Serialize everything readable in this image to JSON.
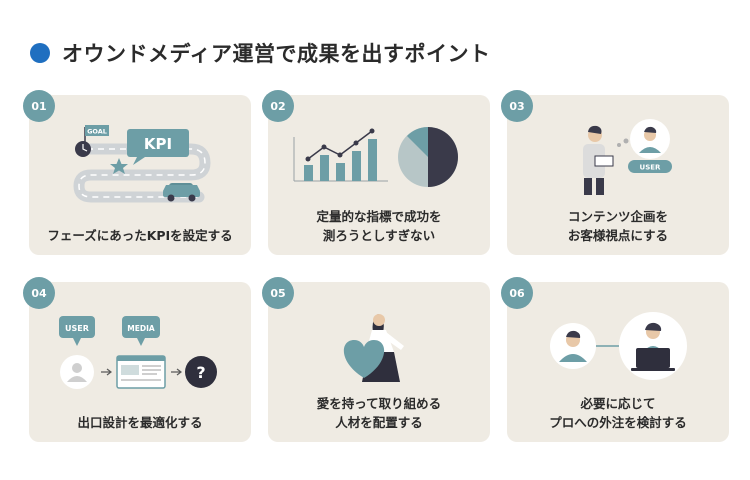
{
  "title": "オウンドメディア運営で成果を出すポイント",
  "colors": {
    "accent": "#1f6fc0",
    "teal": "#6d9ea6",
    "card": "#efebe3",
    "dark": "#3a3a4a"
  },
  "cards": [
    {
      "number": "01",
      "lines": [
        "フェーズにあったKPIを設定する"
      ],
      "labels": {
        "goal": "GOAL",
        "kpi": "KPI"
      }
    },
    {
      "number": "02",
      "lines": [
        "定量的な指標で成功を",
        "測ろうとしすぎない"
      ]
    },
    {
      "number": "03",
      "lines": [
        "コンテンツ企画を",
        "お客様視点にする"
      ],
      "labels": {
        "user": "USER"
      }
    },
    {
      "number": "04",
      "lines": [
        "出口設計を最適化する"
      ],
      "labels": {
        "user": "USER",
        "media": "MEDIA",
        "question": "?"
      }
    },
    {
      "number": "05",
      "lines": [
        "愛を持って取り組める",
        "人材を配置する"
      ]
    },
    {
      "number": "06",
      "lines": [
        "必要に応じて",
        "プロへの外注を検討する"
      ]
    }
  ]
}
